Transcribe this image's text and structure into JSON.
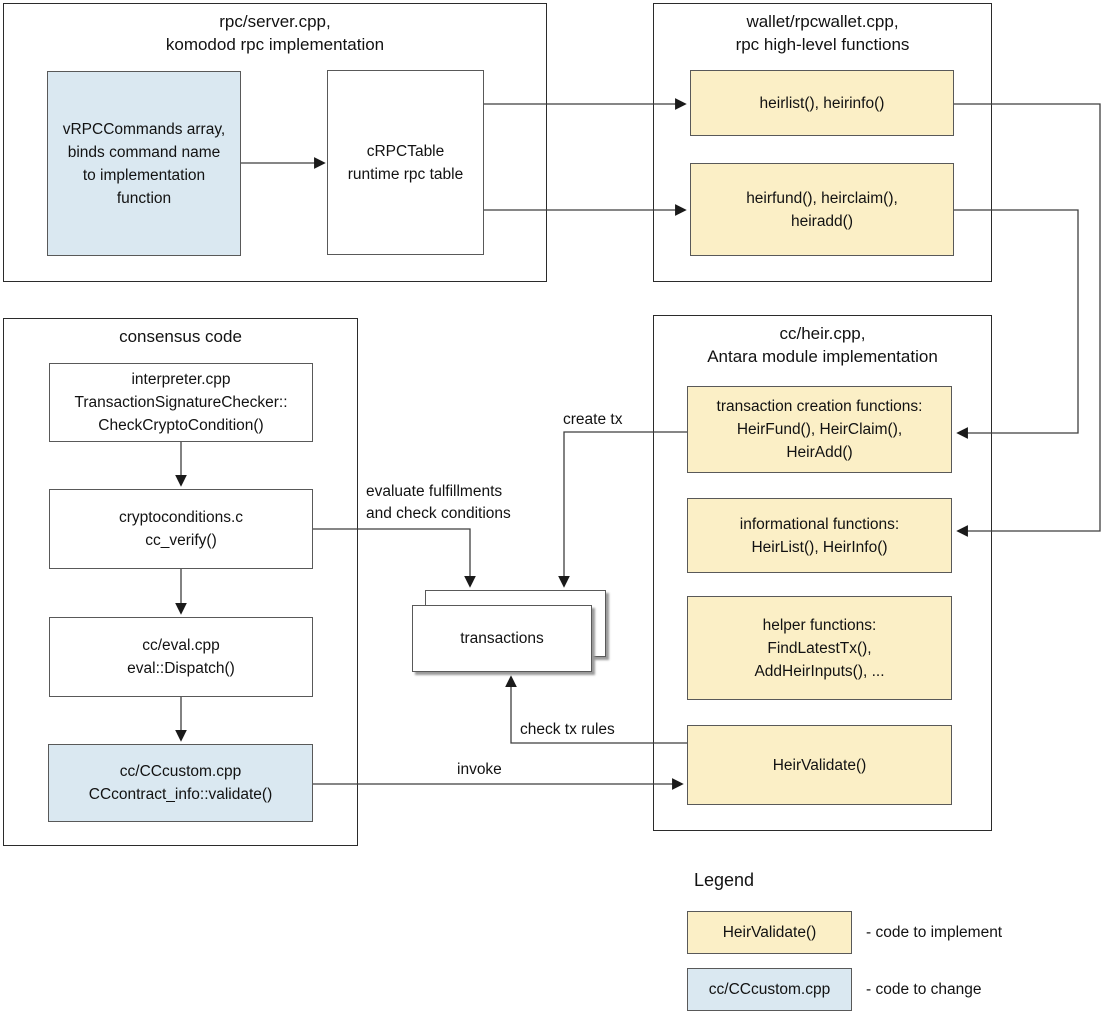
{
  "colors": {
    "node_fill_implement": "#FBEFC6",
    "node_fill_change": "#DAE8F1",
    "node_border": "#595959",
    "container_border": "#2b2b2b",
    "connector": "#3f3f3f",
    "arrowhead": "#1a1a1a"
  },
  "containers": {
    "rpc_server": {
      "title": "rpc/server.cpp,\nkomodod rpc implementation"
    },
    "wallet": {
      "title": "wallet/rpcwallet.cpp,\nrpc high-level functions"
    },
    "consensus": {
      "title": "consensus code"
    },
    "heir": {
      "title": "cc/heir.cpp,\nAntara module implementation"
    }
  },
  "nodes": {
    "vrpccommands": {
      "text": "vRPCCommands array,\nbinds command name\nto implementation\nfunction"
    },
    "crpctable": {
      "text": "cRPCTable\nruntime rpc table"
    },
    "heirlist": {
      "text": "heirlist(), heirinfo()"
    },
    "heirfund": {
      "text": "heirfund(), heirclaim(),\nheiradd()"
    },
    "interpreter": {
      "text": "interpreter.cpp\nTransactionSignatureChecker::\nCheckCryptoCondition()"
    },
    "cryptoconditions": {
      "text": "cryptoconditions.c\ncc_verify()"
    },
    "cceval": {
      "text": "cc/eval.cpp\neval::Dispatch()"
    },
    "cccustom": {
      "text": "cc/CCcustom.cpp\nCCcontract_info::validate()"
    },
    "txcreation": {
      "text": "transaction creation functions:\nHeirFund(), HeirClaim(),\nHeirAdd()"
    },
    "informational": {
      "text": "informational functions:\nHeirList(), HeirInfo()"
    },
    "helper": {
      "text": "helper functions:\nFindLatestTx(),\nAddHeirInputs(), ..."
    },
    "heirvalidate": {
      "text": "HeirValidate()"
    },
    "transactions": {
      "text": "transactions"
    }
  },
  "edges": {
    "create_tx": {
      "label": "create tx"
    },
    "evaluate": {
      "label": "evaluate fulfillments\nand check conditions"
    },
    "check_tx": {
      "label": "check tx rules"
    },
    "invoke": {
      "label": "invoke"
    }
  },
  "legend": {
    "title": "Legend",
    "items": [
      {
        "box": "HeirValidate()",
        "desc": "- code to implement"
      },
      {
        "box": "cc/CCcustom.cpp",
        "desc": "- code to change"
      }
    ]
  }
}
